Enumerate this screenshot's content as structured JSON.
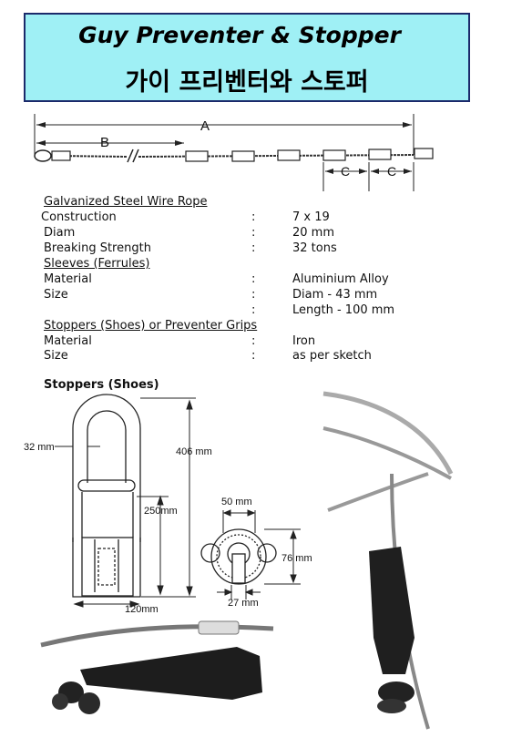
{
  "header": {
    "title_en": "Guy Preventer & Stopper",
    "title_ko": "가이 프리벤터와 스토퍼"
  },
  "sketch": {
    "label_a": "A",
    "label_b": "B",
    "label_c1": "C",
    "label_c2": "C"
  },
  "specs": {
    "wire_rope": {
      "heading": "Galvanized Steel Wire Rope",
      "rows": [
        {
          "label": "Construction",
          "value": "7 x 19"
        },
        {
          "label": "Diam",
          "value": "20 mm"
        },
        {
          "label": "Breaking Strength",
          "value": "32 tons"
        }
      ]
    },
    "sleeves": {
      "heading": "Sleeves (Ferrules)",
      "rows": [
        {
          "label": "Material",
          "value": "Aluminium Alloy"
        },
        {
          "label": "Size",
          "value": "Diam  -  43 mm"
        },
        {
          "label": "",
          "value": "Length  -  100 mm"
        }
      ]
    },
    "stoppers": {
      "heading": "Stoppers (Shoes) or Preventer Grips",
      "rows": [
        {
          "label": "Material",
          "value": "Iron"
        },
        {
          "label": "Size",
          "value": "as per sketch"
        }
      ]
    },
    "colon": ":"
  },
  "drawing": {
    "title": "Stoppers (Shoes)",
    "dim_32": "32 mm",
    "dim_406": "406 mm",
    "dim_250": "250mm",
    "dim_120": "120mm",
    "dim_50": "50 mm",
    "dim_76": "76 mm",
    "dim_27": "27 mm"
  }
}
